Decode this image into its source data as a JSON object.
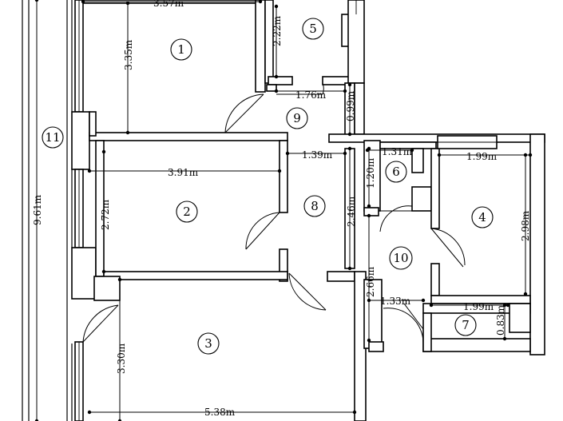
{
  "rooms": [
    {
      "number": "1"
    },
    {
      "number": "2"
    },
    {
      "number": "3"
    },
    {
      "number": "4"
    },
    {
      "number": "5"
    },
    {
      "number": "6"
    },
    {
      "number": "7"
    },
    {
      "number": "8"
    },
    {
      "number": "9"
    },
    {
      "number": "10"
    },
    {
      "number": "11"
    }
  ],
  "dimensions": [
    {
      "label": "3.57m"
    },
    {
      "label": "3.35m"
    },
    {
      "label": "2.22m"
    },
    {
      "label": "1.76m"
    },
    {
      "label": "0.99m"
    },
    {
      "label": "1.39m"
    },
    {
      "label": "3.91m"
    },
    {
      "label": "2.72m"
    },
    {
      "label": "1.31m"
    },
    {
      "label": "1.20m"
    },
    {
      "label": "1.99m"
    },
    {
      "label": "2.46m"
    },
    {
      "label": "2.98m"
    },
    {
      "label": "2.66m"
    },
    {
      "label": "1.33m"
    },
    {
      "label": "1.99m"
    },
    {
      "label": "0.83m"
    },
    {
      "label": "3.30m"
    },
    {
      "label": "5.38m"
    },
    {
      "label": "9.61m"
    }
  ]
}
